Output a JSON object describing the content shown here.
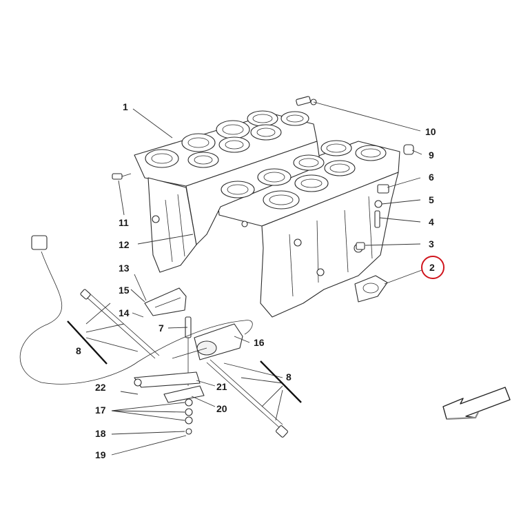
{
  "diagram": {
    "highlight_color": "#d0141c",
    "highlighted_callout": "2",
    "callouts": {
      "c1": "1",
      "c2": "2",
      "c3": "3",
      "c4": "4",
      "c5": "5",
      "c6": "6",
      "c7": "7",
      "c8a": "8",
      "c8b": "8",
      "c9": "9",
      "c10": "10",
      "c11": "11",
      "c12": "12",
      "c13": "13",
      "c14": "14",
      "c15": "15",
      "c16": "16",
      "c17": "17",
      "c18": "18",
      "c19": "19",
      "c20": "20",
      "c21": "21",
      "c22": "22"
    },
    "icons": {
      "direction": "arrow-down-left-icon"
    }
  }
}
